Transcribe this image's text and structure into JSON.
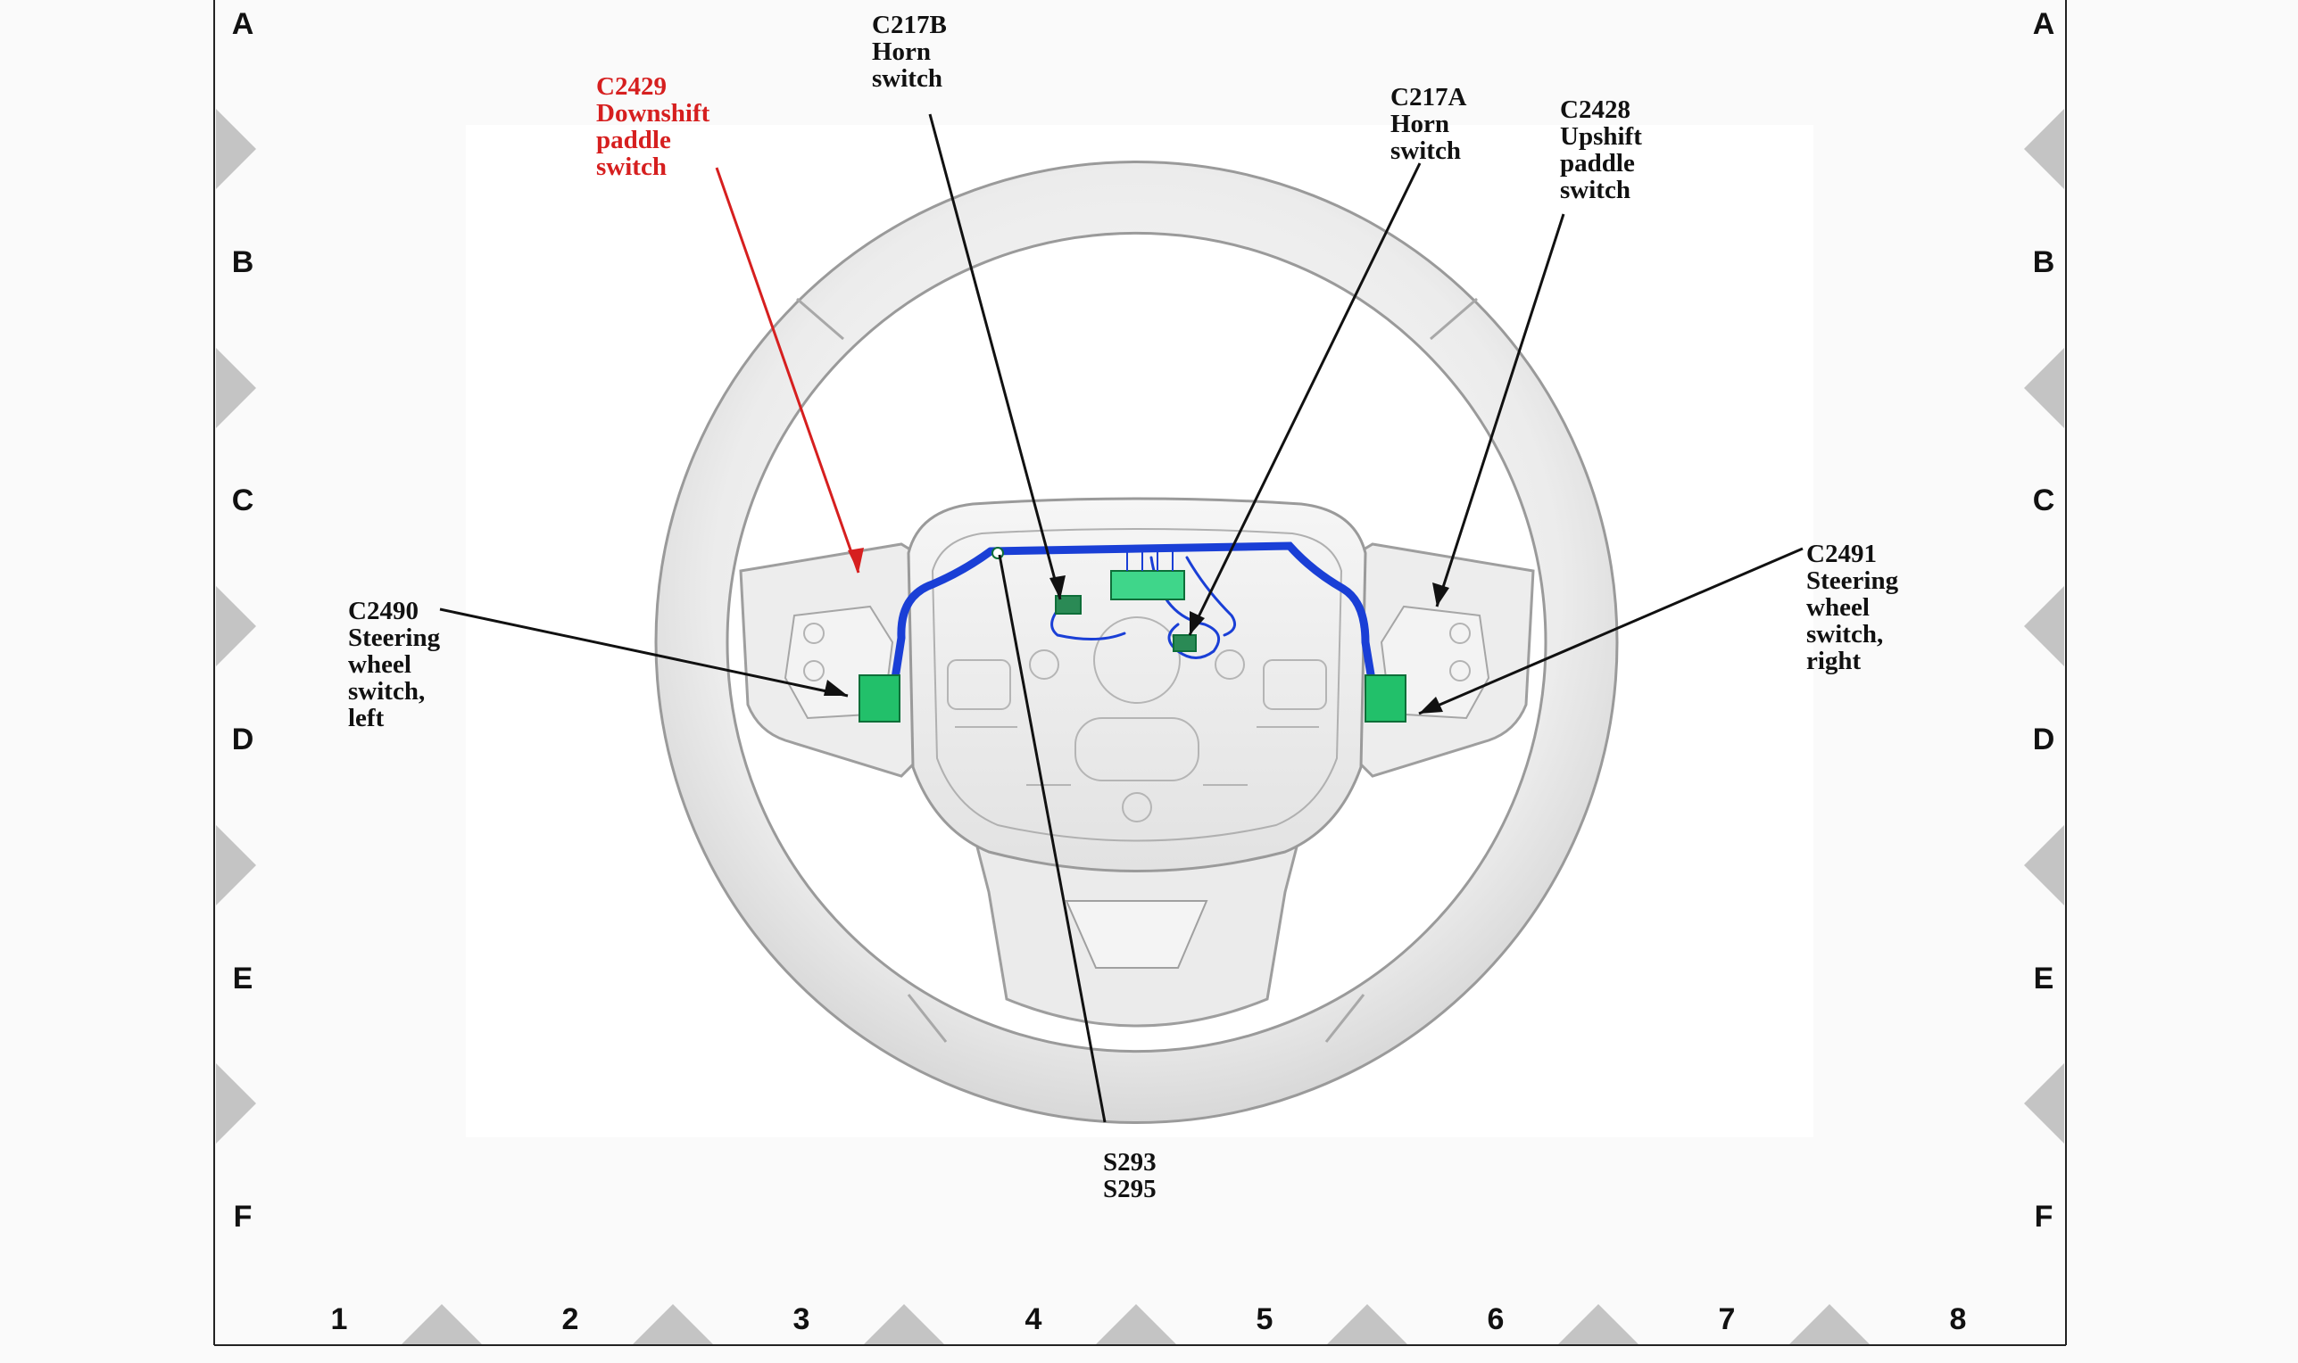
{
  "grid": {
    "rows": [
      "A",
      "B",
      "C",
      "D",
      "E",
      "F"
    ],
    "columns": [
      "1",
      "2",
      "3",
      "4",
      "5",
      "6",
      "7",
      "8"
    ]
  },
  "callouts": [
    {
      "id": "c2429",
      "lines": [
        "C2429",
        "Downshift",
        "paddle",
        "switch"
      ],
      "color": "#d61f1f"
    },
    {
      "id": "c217b",
      "lines": [
        "C217B",
        "Horn",
        "switch"
      ],
      "color": "#111111"
    },
    {
      "id": "c217a",
      "lines": [
        "C217A",
        "Horn",
        "switch"
      ],
      "color": "#111111"
    },
    {
      "id": "c2428",
      "lines": [
        "C2428",
        "Upshift",
        "paddle",
        "switch"
      ],
      "color": "#111111"
    },
    {
      "id": "c2490",
      "lines": [
        "C2490",
        "Steering",
        "wheel",
        "switch,",
        "left"
      ],
      "color": "#111111"
    },
    {
      "id": "c2491",
      "lines": [
        "C2491",
        "Steering",
        "wheel",
        "switch,",
        "right"
      ],
      "color": "#111111"
    },
    {
      "id": "s293",
      "lines": [
        "S293",
        "S295"
      ],
      "color": "#111111"
    }
  ],
  "colors": {
    "harness": "#1a3fd6",
    "connector": "#22c06a",
    "wheel": "#e6e6e6",
    "wheel_edge": "#9a9a9a",
    "border_marker": "#c4c4c4"
  }
}
